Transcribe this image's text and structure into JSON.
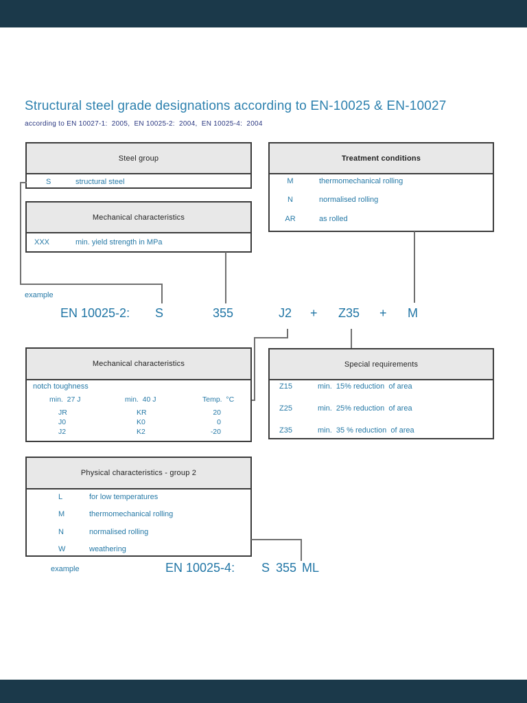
{
  "page": {
    "title": "Structural steel grade designations according to EN-10025 & EN-10027",
    "subtitle": "according to EN 10027-1:  2005,  EN 10025-2:  2004,  EN 10025-4:  2004"
  },
  "colors": {
    "accent_blue": "#2478a6",
    "title_blue": "#2c80ae",
    "subtitle_navy": "#2a3780",
    "box_header_bg": "#e8e8e8",
    "box_border": "#3a3a3a",
    "connector_line": "#6e6e6e",
    "viewer_chrome": "#1b394a"
  },
  "boxes": {
    "steel_group": {
      "title": "Steel group",
      "rows": [
        {
          "code": "S",
          "desc": "structural steel"
        }
      ]
    },
    "treatment": {
      "title": "Treatment conditions",
      "rows": [
        {
          "code": "M",
          "desc": "thermomechanical rolling"
        },
        {
          "code": "N",
          "desc": "normalised rolling"
        },
        {
          "code": "AR",
          "desc": "as rolled"
        }
      ]
    },
    "mech_upper": {
      "title": "Mechanical characteristics",
      "rows": [
        {
          "code": "XXX",
          "desc": "min. yield strength in MPa"
        }
      ]
    },
    "mech_lower": {
      "title": "Mechanical characteristics",
      "subtitle": "notch toughness",
      "col_headers": [
        "min.  27 J",
        "min.  40 J",
        "Temp.  °C"
      ],
      "rows": [
        {
          "c1": "JR",
          "c2": "KR",
          "c3": "20"
        },
        {
          "c1": "J0",
          "c2": "K0",
          "c3": "0"
        },
        {
          "c1": "J2",
          "c2": "K2",
          "c3": "-20"
        }
      ]
    },
    "special": {
      "title": "Special requirements",
      "rows": [
        {
          "code": "Z15",
          "desc": "min.  15% reduction  of area"
        },
        {
          "code": "Z25",
          "desc": "min.  25% reduction  of area"
        },
        {
          "code": "Z35",
          "desc": "min.  35 % reduction  of area"
        }
      ]
    },
    "physical": {
      "title": "Physical characteristics  - group 2",
      "rows": [
        {
          "code": "L",
          "desc": "for low temperatures"
        },
        {
          "code": "M",
          "desc": "thermomechanical rolling"
        },
        {
          "code": "N",
          "desc": "normalised rolling"
        },
        {
          "code": "W",
          "desc": "weathering"
        }
      ]
    }
  },
  "example1": {
    "label": "example",
    "prefix": "EN 10025-2:",
    "p0": "S",
    "p1": "355",
    "p2": "J2",
    "p3": "+",
    "p4": "Z35",
    "p5": "+",
    "p6": "M"
  },
  "example2": {
    "label": "example",
    "prefix": "EN 10025-4:",
    "p0": "S",
    "p1": "355",
    "p2": "ML"
  }
}
